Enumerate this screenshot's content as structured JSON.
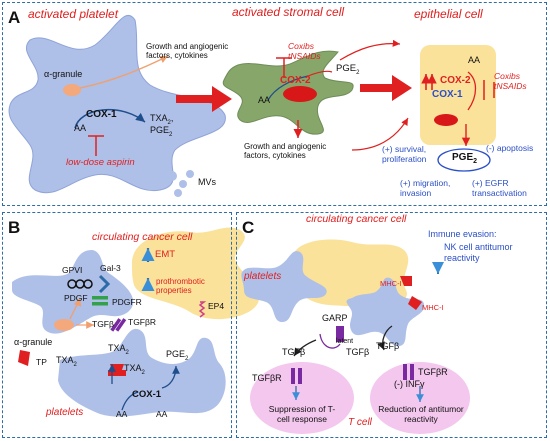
{
  "panelA": {
    "label": "A",
    "titles": {
      "platelet": "activated platelet",
      "stromal": "activated stromal cell",
      "epithelial": "epithelial cell"
    },
    "platelet": {
      "alpha_granule": "α-granule",
      "growth_factors": "Growth and angiogenic factors, cytokines",
      "cox1": "COX-1",
      "aa": "AA",
      "txa2": "TXA",
      "txa2_sub": "2",
      "pge2": "PGE",
      "pge2_sub": "2",
      "aspirin": "low-dose aspirin",
      "mvs": "MVs"
    },
    "stromal": {
      "coxibs": "Coxibs",
      "tnsaids": "tNSAIDs",
      "pge2": "PGE",
      "pge2_sub": "2",
      "cox2": "COX-2",
      "aa": "AA",
      "growth_factors": "Growth and angiogenic factors, cytokines"
    },
    "epithelial": {
      "aa": "AA",
      "cox2": "COX-2",
      "cox1": "COX-1",
      "coxibs": "Coxibs",
      "tnsaids": "tNSAIDs",
      "survival": "(+) survival, proliferation",
      "pge2": "PGE",
      "pge2_sub": "2",
      "apoptosis": "(-) apoptosis",
      "migration": "(+) migration, invasion",
      "egfr": "(+) EGFR transactivation"
    }
  },
  "panelB": {
    "label": "B",
    "title": "circulating cancer cell",
    "gpvi": "GPVI",
    "gal3": "Gal-3",
    "emt": "EMT",
    "pdgf": "PDGF",
    "pdgfr": "PDGFR",
    "prothrombotic": "prothrombotic properties",
    "alpha_granule": "α-granule",
    "tgfb": "TGFβ",
    "tgfbr": "TGFβR",
    "ep4": "EP4",
    "tp": "TP",
    "txa2": "TXA",
    "txa2_sub": "2",
    "txa2_b": "TXA",
    "txa2_b_sub": "2",
    "txa2_c": "TXA",
    "txa2_c_sub": "2",
    "pge2": "PGE",
    "pge2_sub": "2",
    "cox1": "COX-1",
    "aa1": "AA",
    "aa2": "AA",
    "platelets": "platelets"
  },
  "panelC": {
    "label": "C",
    "title": "circulating cancer cell",
    "immune": "Immune evasion:",
    "nk": "NK cell antitumor reactivity",
    "mhc_a": "MHC-I",
    "mhc_b": "MHC-I",
    "platelets": "platelets",
    "garp": "GARP",
    "latent": "latent",
    "tgfb_left": "TGFβ",
    "tgfb_mid": "TGFβ",
    "tgfb_right": "TGFβ",
    "tgfbr_left": "TGFβR",
    "tgfbr_right": "TGFβR",
    "infg": "(-) INFγ",
    "suppression": "Suppression of T-cell response",
    "reduction": "Reduction of antitumor reactivity",
    "tcell": "T cell"
  }
}
